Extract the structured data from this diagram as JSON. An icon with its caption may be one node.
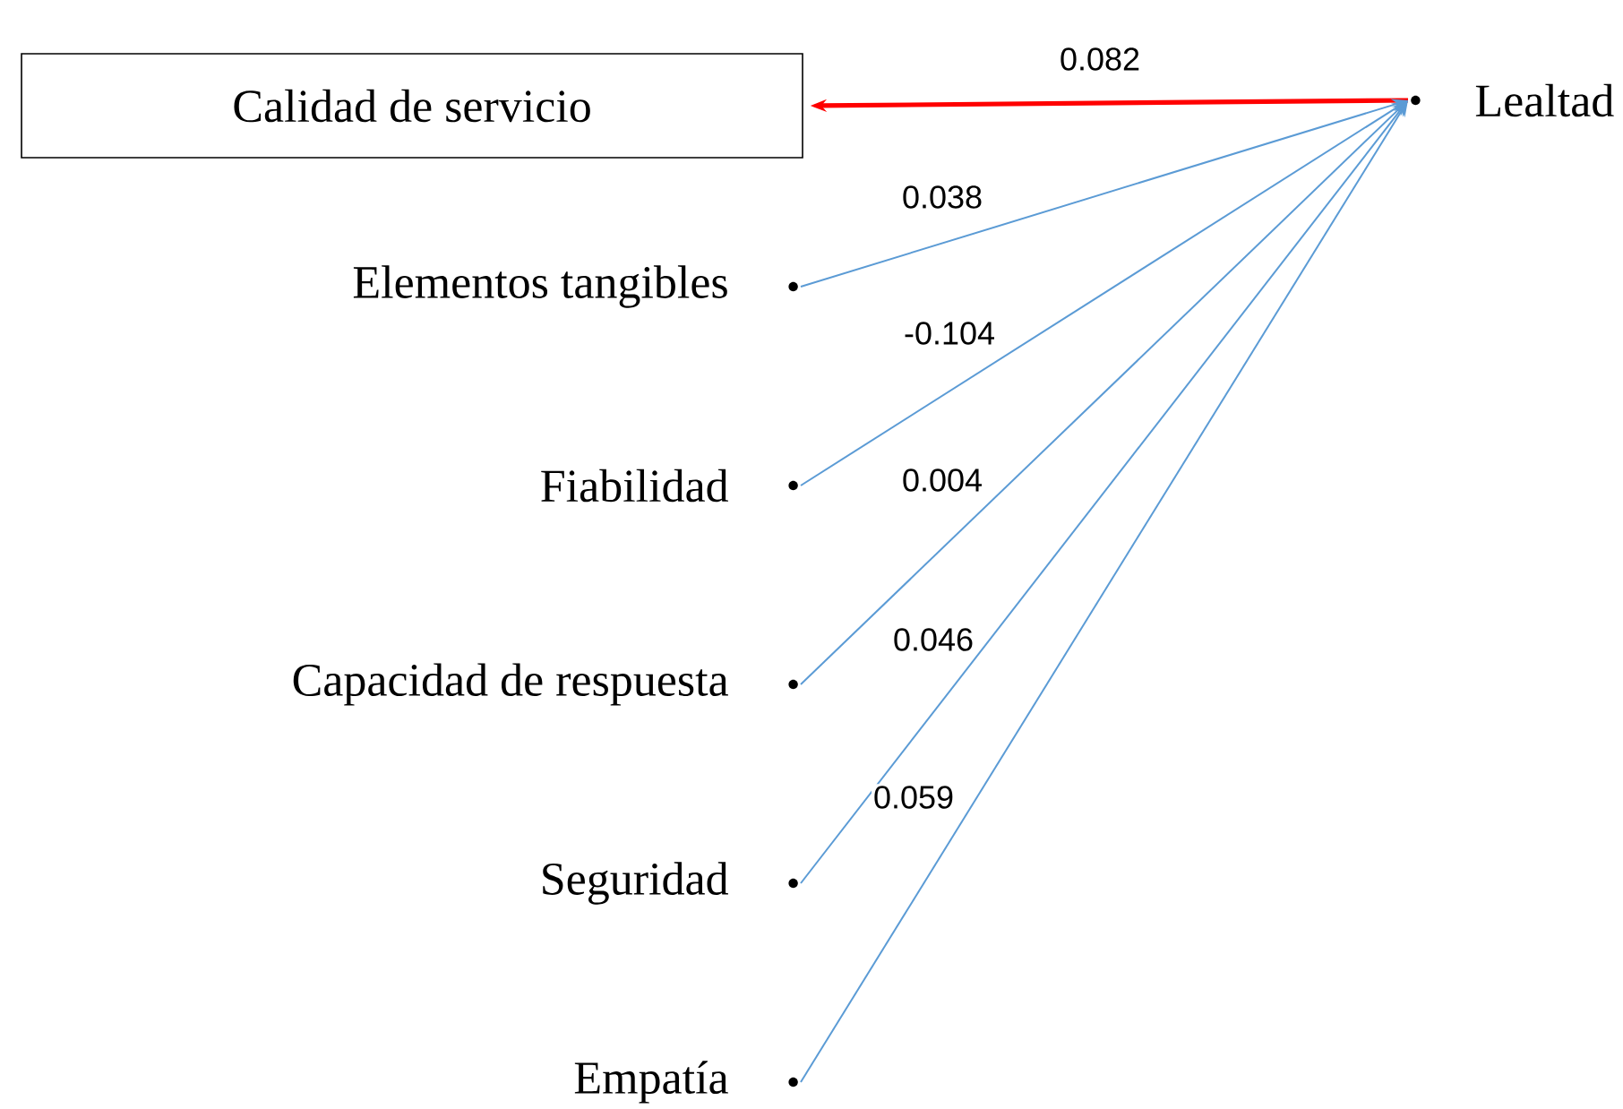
{
  "diagram": {
    "nodes": [
      {
        "text": [
          "Calidad de servicio"
        ]
      },
      {
        "text": [
          "Lealtad"
        ]
      },
      {
        "text": [
          "Elementos tangibles"
        ]
      },
      {
        "text": [
          "Fiabilidad"
        ]
      },
      {
        "text": [
          "Capacidad de respuesta"
        ]
      },
      {
        "text": [
          "Seguridad"
        ]
      },
      {
        "text": [
          "Empatía"
        ]
      }
    ],
    "edges": [
      {
        "from": 1,
        "to": 0,
        "arrow": "to",
        "label": "0.082",
        "color": "#ff0000",
        "style": "thick"
      },
      {
        "from": 2,
        "to": 1,
        "arrow": "to",
        "label": "0.038"
      },
      {
        "from": 3,
        "to": 1,
        "arrow": "to",
        "label": "-0.104"
      },
      {
        "from": 4,
        "to": 1,
        "arrow": "to",
        "label": "0.004"
      },
      {
        "from": 5,
        "to": 1,
        "arrow": "to",
        "label": "0.046"
      },
      {
        "from": 6,
        "to": 1,
        "arrow": "to",
        "label": "0.059"
      }
    ]
  }
}
